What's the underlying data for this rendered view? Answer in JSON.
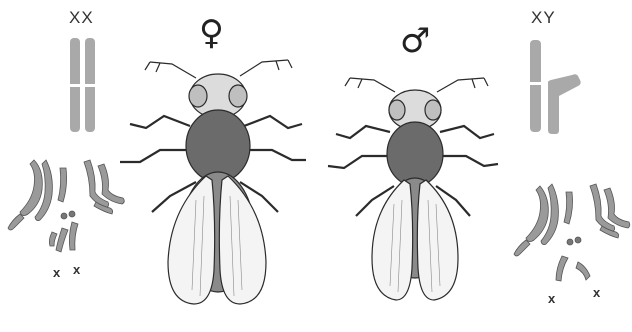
{
  "female": {
    "chromosome_label": "XX",
    "sex_symbol": "♀",
    "metaphase_x_labels": [
      "x",
      "x"
    ]
  },
  "male": {
    "chromosome_label": "XY",
    "sex_symbol": "♂",
    "metaphase_x_labels": [
      "x",
      "x"
    ]
  },
  "colors": {
    "chromosome_fill": "#a9a9a9",
    "metaphase_fill": "#9a9a9a",
    "fly_body": "#6b6b6b",
    "fly_outline": "#2b2b2b",
    "wing_fill": "#f4f4f4"
  }
}
